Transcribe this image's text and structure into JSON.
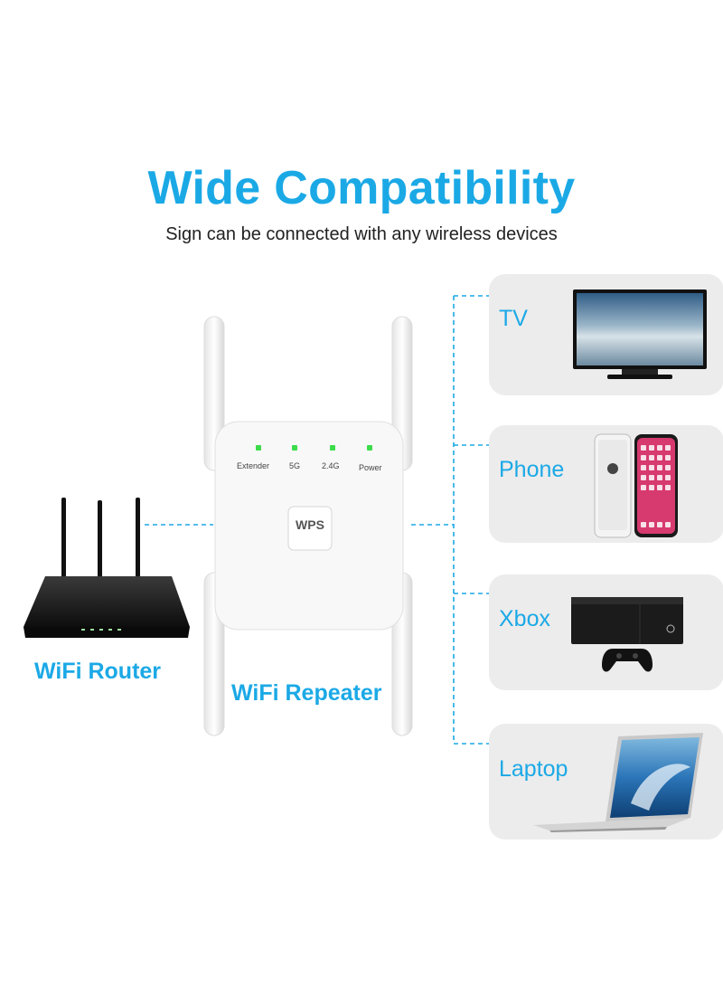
{
  "header": {
    "title": "Wide Compatibility",
    "subtitle": "Sign can be connected with any wireless devices"
  },
  "router": {
    "label": "WiFi Router",
    "icon": "router-icon"
  },
  "repeater": {
    "label": "WiFi Repeater",
    "icon": "repeater-icon",
    "indicators": [
      "Extender",
      "5G",
      "2.4G",
      "Power"
    ],
    "wps_label": "WPS"
  },
  "devices": [
    {
      "label": "TV",
      "icon": "tv-icon"
    },
    {
      "label": "Phone",
      "icon": "phone-icon"
    },
    {
      "label": "Xbox",
      "icon": "xbox-icon"
    },
    {
      "label": "Laptop",
      "icon": "laptop-icon"
    }
  ],
  "colors": {
    "accent": "#1ba9e6",
    "card_bg": "#ececec",
    "led_green": "#3ddc4a"
  }
}
